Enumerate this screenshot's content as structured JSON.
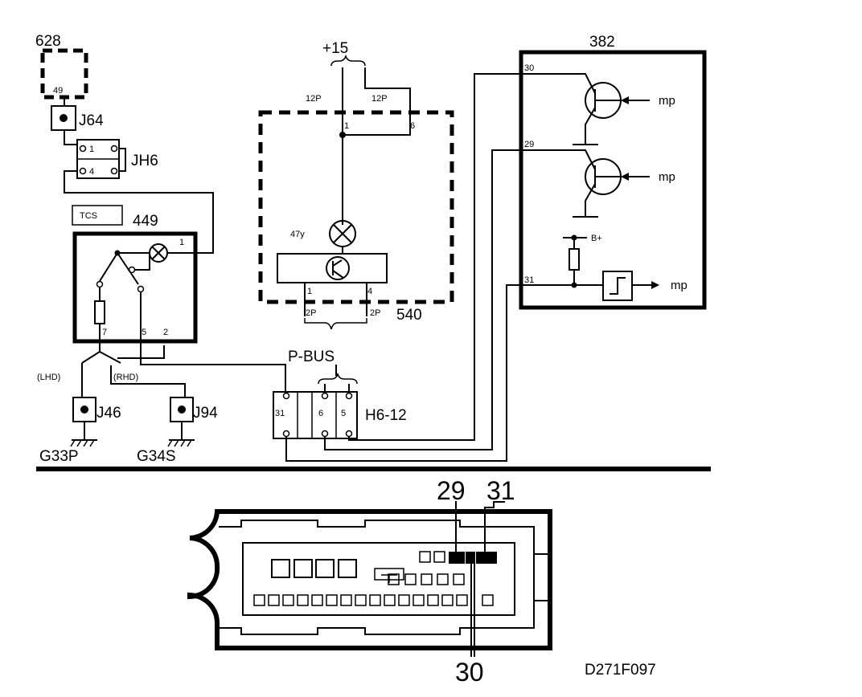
{
  "components": {
    "c628": {
      "id": "628",
      "pin": "49"
    },
    "c382": {
      "id": "382",
      "pin30": "30",
      "pin29": "29",
      "pin31": "31",
      "out1": "mp",
      "out2": "mp",
      "out3": "mp",
      "supply": "B+"
    },
    "c540": {
      "id": "540",
      "pin1": "1",
      "pin6": "6",
      "pin1b": "1",
      "pin4": "4",
      "lamp": "47y",
      "conn_a": "12P",
      "conn_b": "12P",
      "conn_c": "2P",
      "conn_d": "2P"
    },
    "c449": {
      "id": "449",
      "pin1": "1",
      "pin7": "7",
      "pin5": "5",
      "pin2": "2",
      "label": "TCS"
    }
  },
  "supply": {
    "label": "+15"
  },
  "bus": {
    "label": "P-BUS"
  },
  "connectors": {
    "j64": "J64",
    "jh6": {
      "label": "JH6",
      "pin1": "1",
      "pin4": "4"
    },
    "j46": "J46",
    "j94": "J94",
    "h6_12": {
      "label": "H6-12",
      "pin31": "31",
      "pin6": "6",
      "pin5": "5"
    }
  },
  "grounds": {
    "g33p": "G33P",
    "g34s": "G34S"
  },
  "variants": {
    "lhd": "(LHD)",
    "rhd": "(RHD)"
  },
  "connector_view": {
    "pin29": "29",
    "pin31": "31",
    "pin30": "30"
  },
  "figure_id": "D271F097"
}
